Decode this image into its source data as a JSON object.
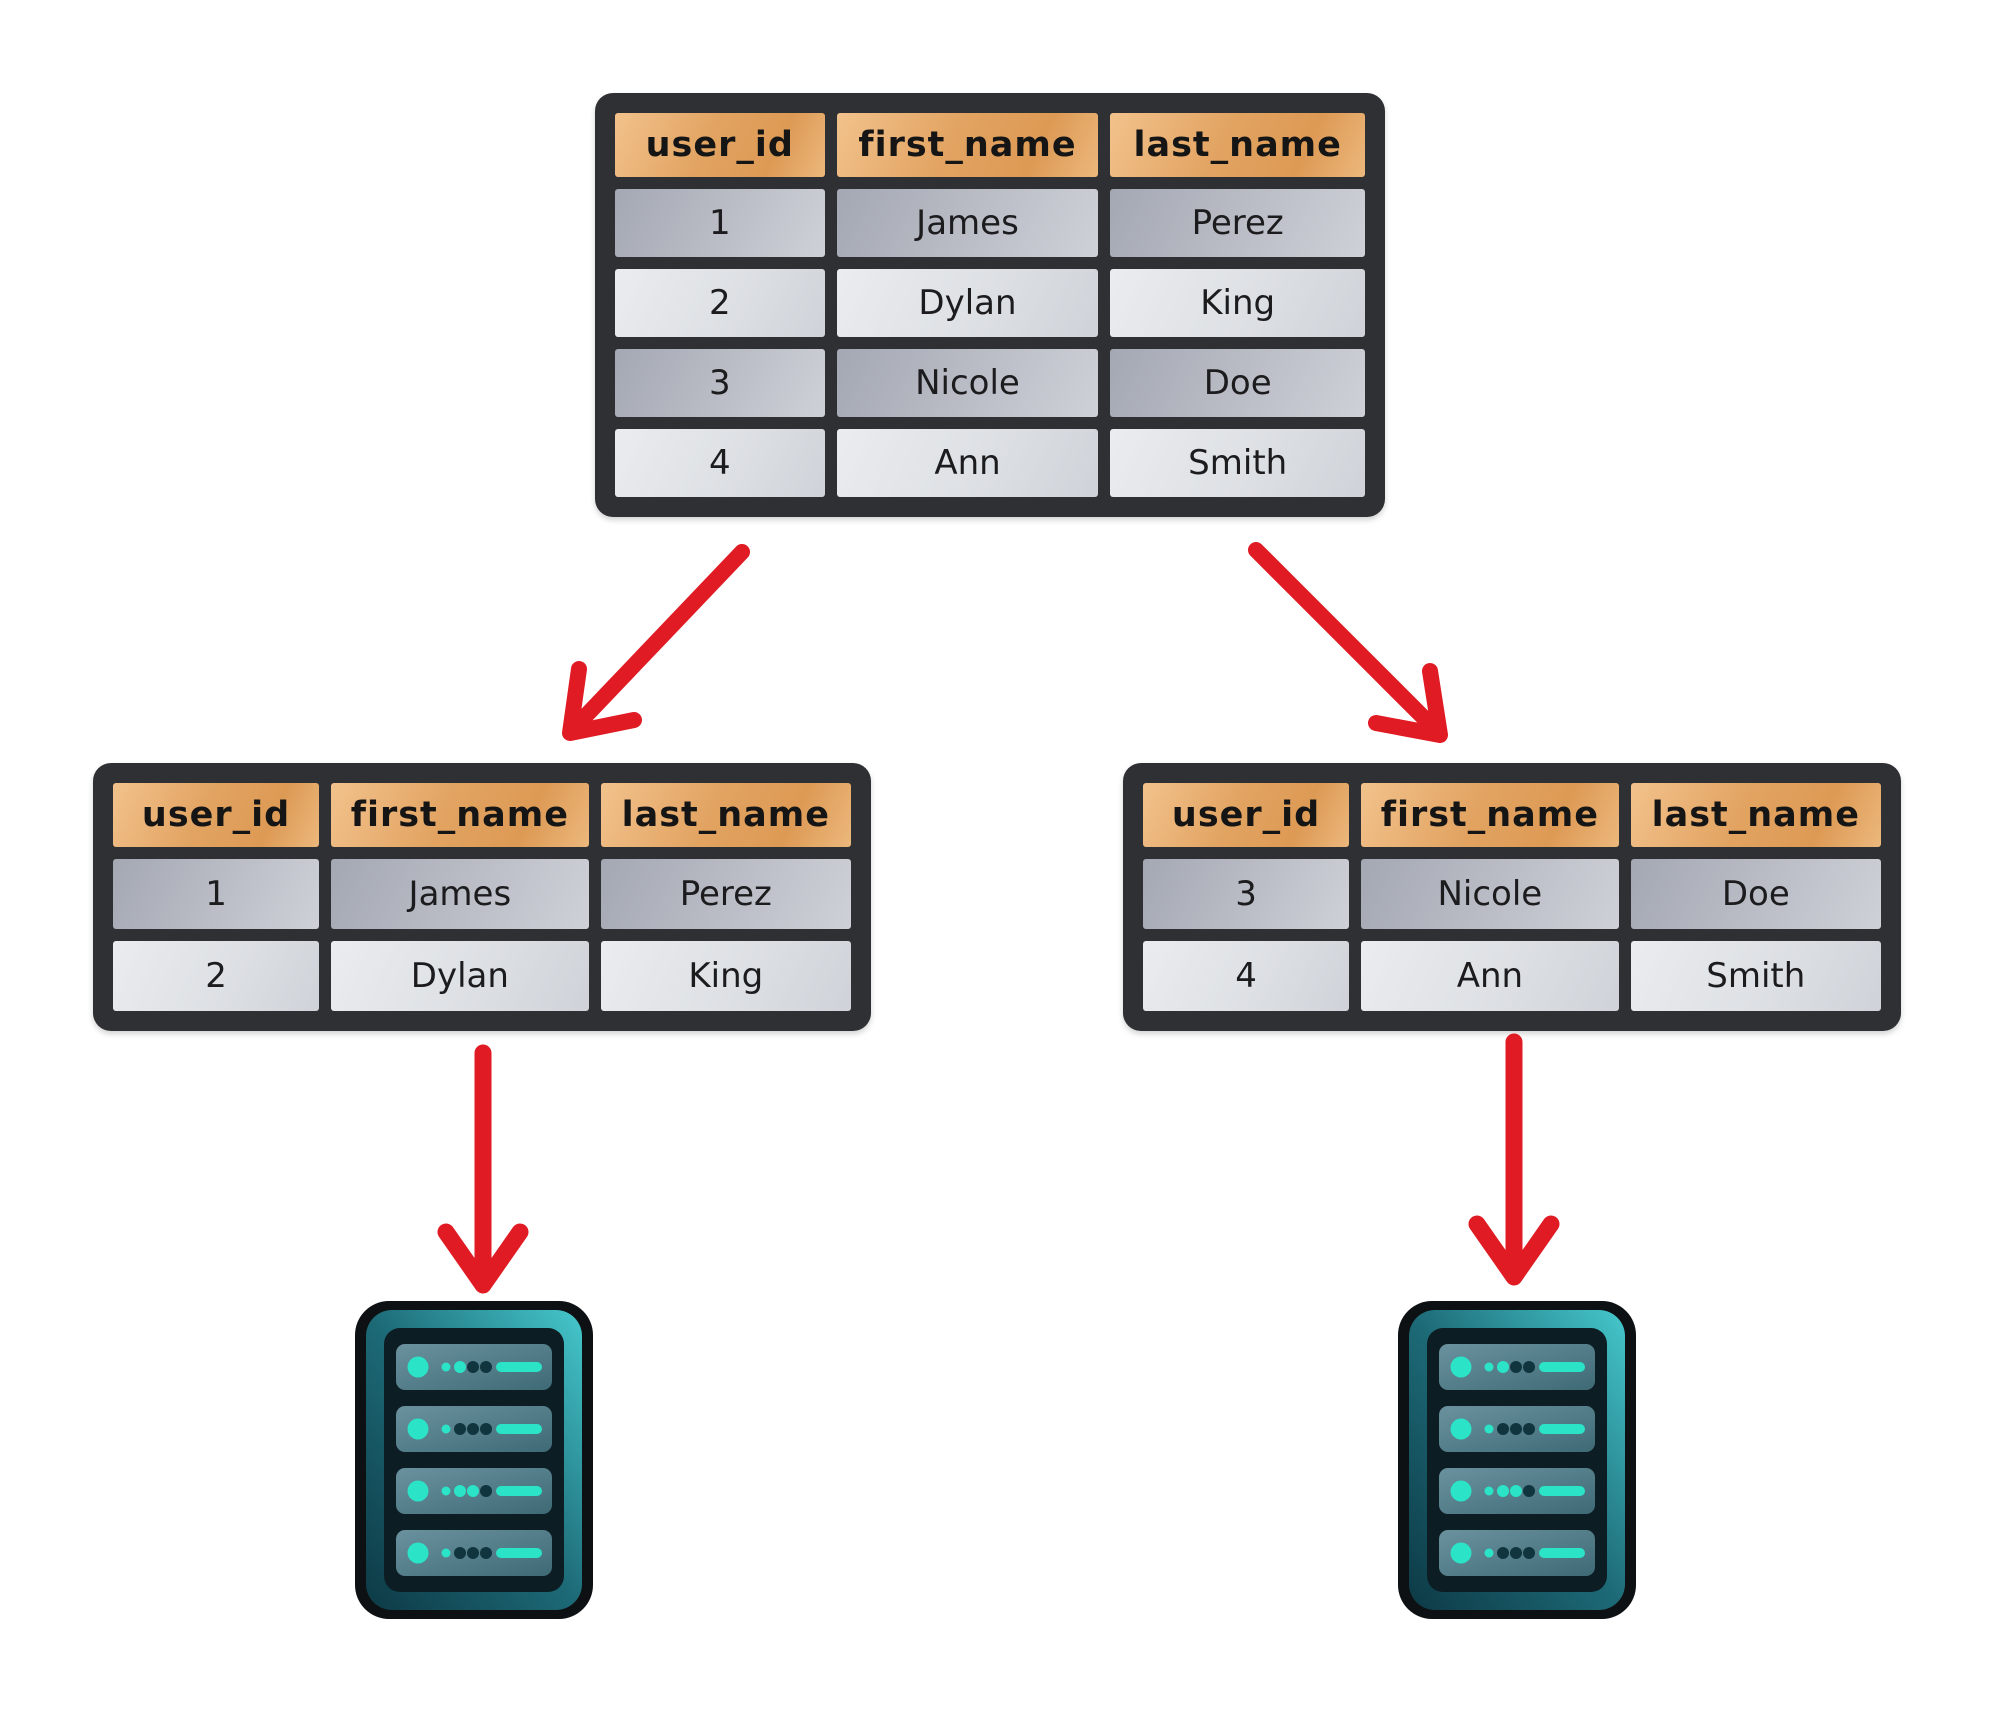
{
  "colors": {
    "table_frame": "#2f3033",
    "header_orange": "#e2a361",
    "row_dark_gray": "#b0b4bd",
    "row_light_gray": "#dde0e4",
    "arrow_red": "#e01b24",
    "server_outline_black": "#0e1114",
    "server_teal_body": "#1d6a77",
    "server_teal_highlight": "#3fc0c5",
    "server_inner_dark": "#0d1d24",
    "server_bay_gray_teal": "#4b7481",
    "server_accent_teal": "#2be3c6",
    "server_dot_dark": "#10353f"
  },
  "tables": {
    "main": {
      "columns": [
        "user_id",
        "first_name",
        "last_name"
      ],
      "rows": [
        [
          "1",
          "James",
          "Perez"
        ],
        [
          "2",
          "Dylan",
          "King"
        ],
        [
          "3",
          "Nicole",
          "Doe"
        ],
        [
          "4",
          "Ann",
          "Smith"
        ]
      ]
    },
    "shard_left": {
      "columns": [
        "user_id",
        "first_name",
        "last_name"
      ],
      "rows": [
        [
          "1",
          "James",
          "Perez"
        ],
        [
          "2",
          "Dylan",
          "King"
        ]
      ]
    },
    "shard_right": {
      "columns": [
        "user_id",
        "first_name",
        "last_name"
      ],
      "rows": [
        [
          "3",
          "Nicole",
          "Doe"
        ],
        [
          "4",
          "Ann",
          "Smith"
        ]
      ]
    }
  }
}
